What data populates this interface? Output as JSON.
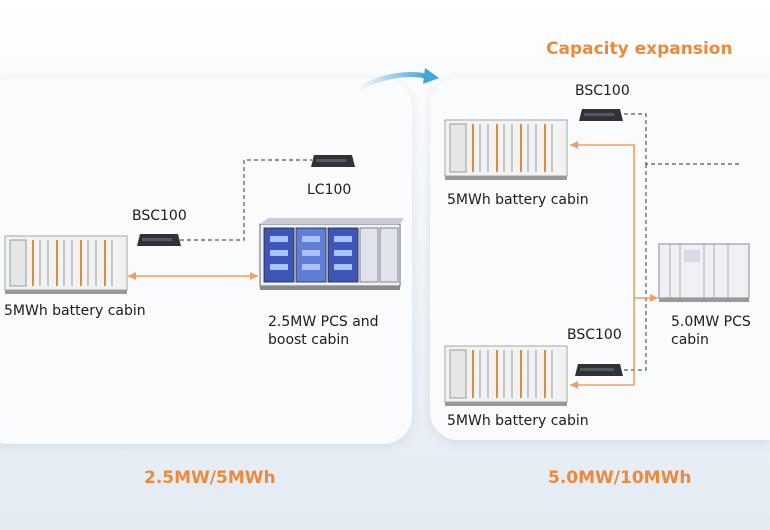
{
  "header": {
    "expansion_title": "Capacity expansion"
  },
  "left_panel": {
    "bsc_label": "BSC100",
    "lc_label": "LC100",
    "battery_label": "5MWh battery cabin",
    "pcs_label_line1": "2.5MW PCS and",
    "pcs_label_line2": "boost cabin",
    "capacity_caption": "2.5MW/5MWh"
  },
  "right_panel": {
    "bsc_top_label": "BSC100",
    "bsc_bottom_label": "BSC100",
    "battery_top_label": "5MWh battery cabin",
    "battery_bottom_label": "5MWh battery cabin",
    "pcs_label_line1": "5.0MW PCS",
    "pcs_label_line2": "cabin",
    "capacity_caption": "5.0MW/10MWh"
  },
  "colors": {
    "accent": "#ec8a3c",
    "link_line": "#f0a060",
    "signal_line": "#555555",
    "arrow": "#3fa8d8"
  },
  "icons": [
    "transition-arrow-icon",
    "battery-cabin-icon",
    "controller-device-icon",
    "pcs-cabin-icon"
  ]
}
